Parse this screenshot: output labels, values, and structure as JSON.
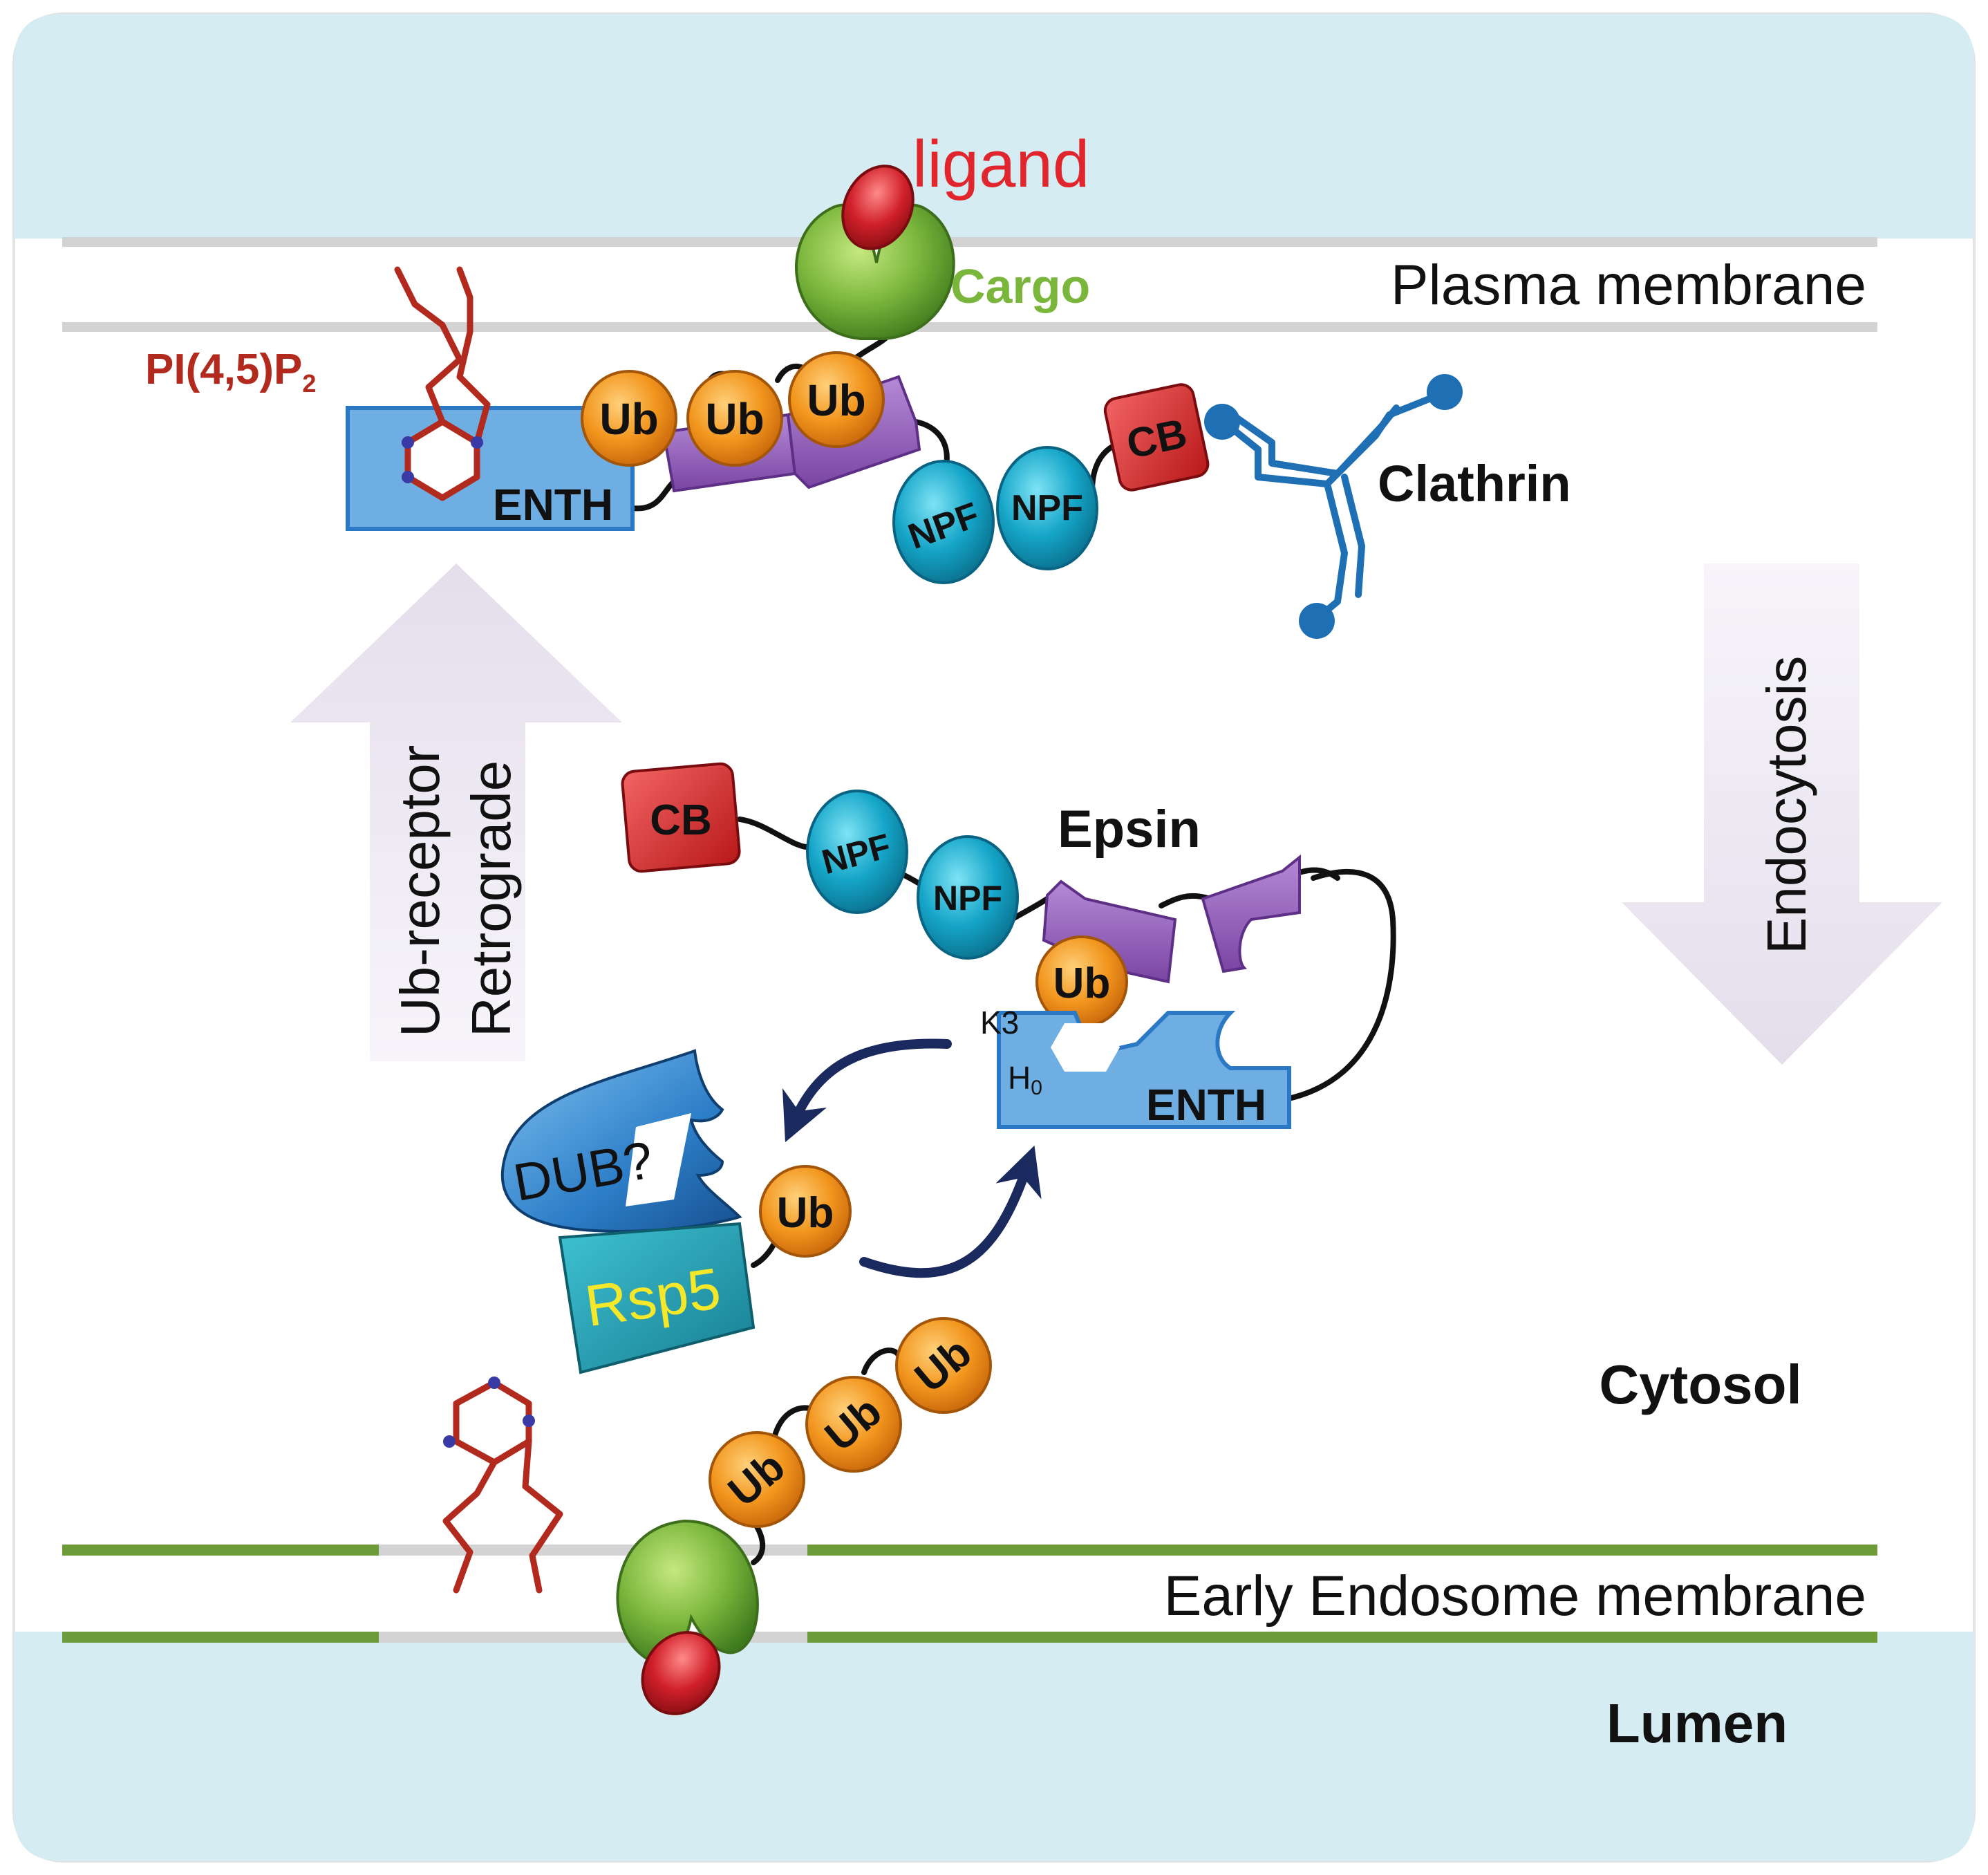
{
  "labels": {
    "ligand": "ligand",
    "cargo": "Cargo",
    "plasma_membrane": "Plasma membrane",
    "pip2_main": "PI(4,5)P",
    "pip2_sub": "2",
    "enth": "ENTH",
    "ub": "Ub",
    "npf": "NPF",
    "cb": "CB",
    "clathrin": "Clathrin",
    "retrograde_line1": "Ub-receptor",
    "retrograde_line2": "Retrograde",
    "endocytosis": "Endocytosis",
    "epsin": "Epsin",
    "k3": "K3",
    "h0": "H",
    "h0_sub": "0",
    "dub": "DUB?",
    "rsp5": "Rsp5",
    "cytosol": "Cytosol",
    "early_endosome": "Early Endosome membrane",
    "lumen": "Lumen"
  },
  "colors": {
    "background_fluid": "#d5edf2",
    "plasma_membrane_line": "#d3d3d3",
    "endosome_membrane_line": "#6e9b3a",
    "ligand_red": "#d0202a",
    "cargo_green": "#7ab63c",
    "ub_orange": "#f2961e",
    "npf_cyan": "#1aa3c4",
    "cb_red": "#d42a2a",
    "uim_purple": "#8e5bb5",
    "enth_blue": "#6faee2",
    "clathrin_blue": "#1f6fb5",
    "pip2_red": "#b22a1e",
    "arrow_lavender": "#e6e1ee",
    "cycle_arrow_navy": "#1b2a5e",
    "rsp5_teal": "#1fa9b8",
    "rsp5_text_yellow": "#f5e82a",
    "dub_blue": "#2d7ec8"
  }
}
